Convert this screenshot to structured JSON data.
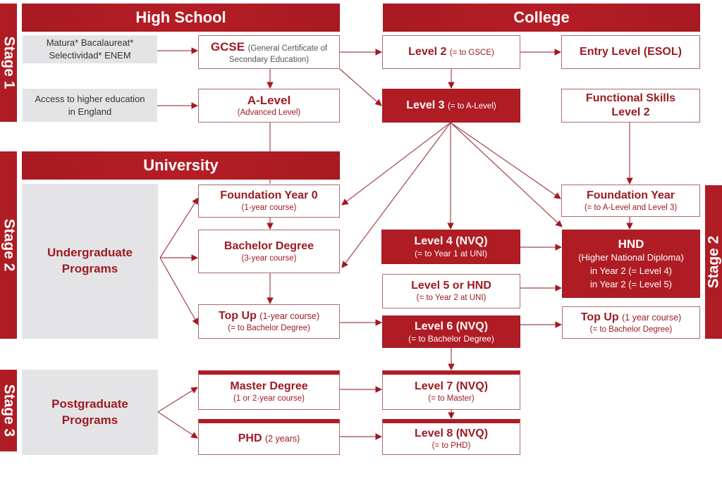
{
  "headers": {
    "high_school": "High School",
    "college": "College",
    "university": "University"
  },
  "stages": {
    "stage1": "Stage 1",
    "stage2_left": "Stage 2",
    "stage2_right": "Stage 2",
    "stage3": "Stage 3"
  },
  "entry": {
    "matura_line1": "Matura* Bacalaureat*",
    "matura_line2": "Selectividad*  ENEM",
    "access_line1": "Access to higher education",
    "access_line2": "in England"
  },
  "programs": {
    "undergrad_line1": "Undergraduate",
    "undergrad_line2": "Programs",
    "postgrad_line1": "Postgraduate",
    "postgrad_line2": "Programs"
  },
  "nodes": {
    "gcse": {
      "title": "GCSE",
      "inline": "(General Certificate of",
      "sub": "Secondary Education)"
    },
    "alevel": {
      "title": "A-Level",
      "sub": "(Advanced Level)"
    },
    "level2": {
      "title": "Level 2",
      "inline": "(= to GSCE)"
    },
    "entry_level": {
      "title": "Entry Level (ESOL)"
    },
    "level3": {
      "title": "Level 3",
      "inline": "(= to A-Level)"
    },
    "functional": {
      "title_line1": "Functional Skills",
      "title_line2": "Level 2"
    },
    "foundation0": {
      "title": "Foundation Year 0",
      "sub": "(1-year course)"
    },
    "bachelor": {
      "title": "Bachelor Degree",
      "sub": "(3-year course)"
    },
    "topup_uni": {
      "title": "Top Up",
      "inline": "(1-year course)",
      "sub": "(= to Bachelor Degree)"
    },
    "foundation_college": {
      "title": "Foundation Year",
      "sub": "(= to A-Level and Level 3)"
    },
    "level4": {
      "title": "Level 4 (NVQ)",
      "sub": "(= to Year 1 at UNI)"
    },
    "hnd": {
      "title": "HND",
      "line1": "(Higher National Diploma)",
      "line2": "in Year 2 (= Level 4)",
      "line3": "in Year 2 (= Level 5)"
    },
    "level5": {
      "title": "Level 5 or HND",
      "sub": "(= to Year 2 at UNI)"
    },
    "level6": {
      "title": "Level 6 (NVQ)",
      "sub": "(= to Bachelor Degree)"
    },
    "topup_college": {
      "title": "Top Up",
      "inline": "(1 year course)",
      "sub": "(= to Bachelor Degree)"
    },
    "master": {
      "title": "Master Degree",
      "sub": "(1 or 2-year course)"
    },
    "phd": {
      "title": "PHD",
      "inline": "(2 years)"
    },
    "level7": {
      "title": "Level 7 (NVQ)",
      "sub": "(= to Master)"
    },
    "level8": {
      "title": "Level 8 (NVQ)",
      "sub": "(= to PHD)"
    }
  },
  "colors": {
    "accent": "#b01c24",
    "text_maroon": "#9d1b23",
    "gray_fill": "#e4e4e6",
    "line": "#a0464c"
  }
}
